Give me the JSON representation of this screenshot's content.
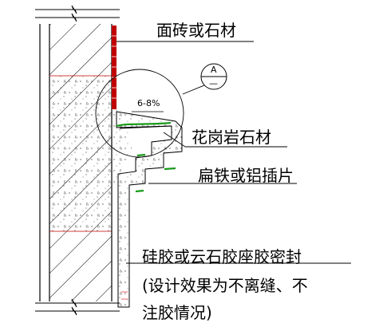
{
  "labels": {
    "face_material": "面砖或石材",
    "granite": "花岗岩石材",
    "flat_iron": "扁铁或铝插片",
    "sealant_line1": "硅胶或云石胶座胶密封",
    "sealant_line2": "(设计效果为不离缝、不",
    "sealant_line3": "注胶情况)",
    "slope": "6-8%",
    "section_top": "A",
    "section_bottom": "—"
  },
  "colors": {
    "line": "#000000",
    "face_red": "#c00000",
    "seal_green": "#1a9a1a",
    "guide_red": "#e03030",
    "mortar_dots": "#555555"
  }
}
